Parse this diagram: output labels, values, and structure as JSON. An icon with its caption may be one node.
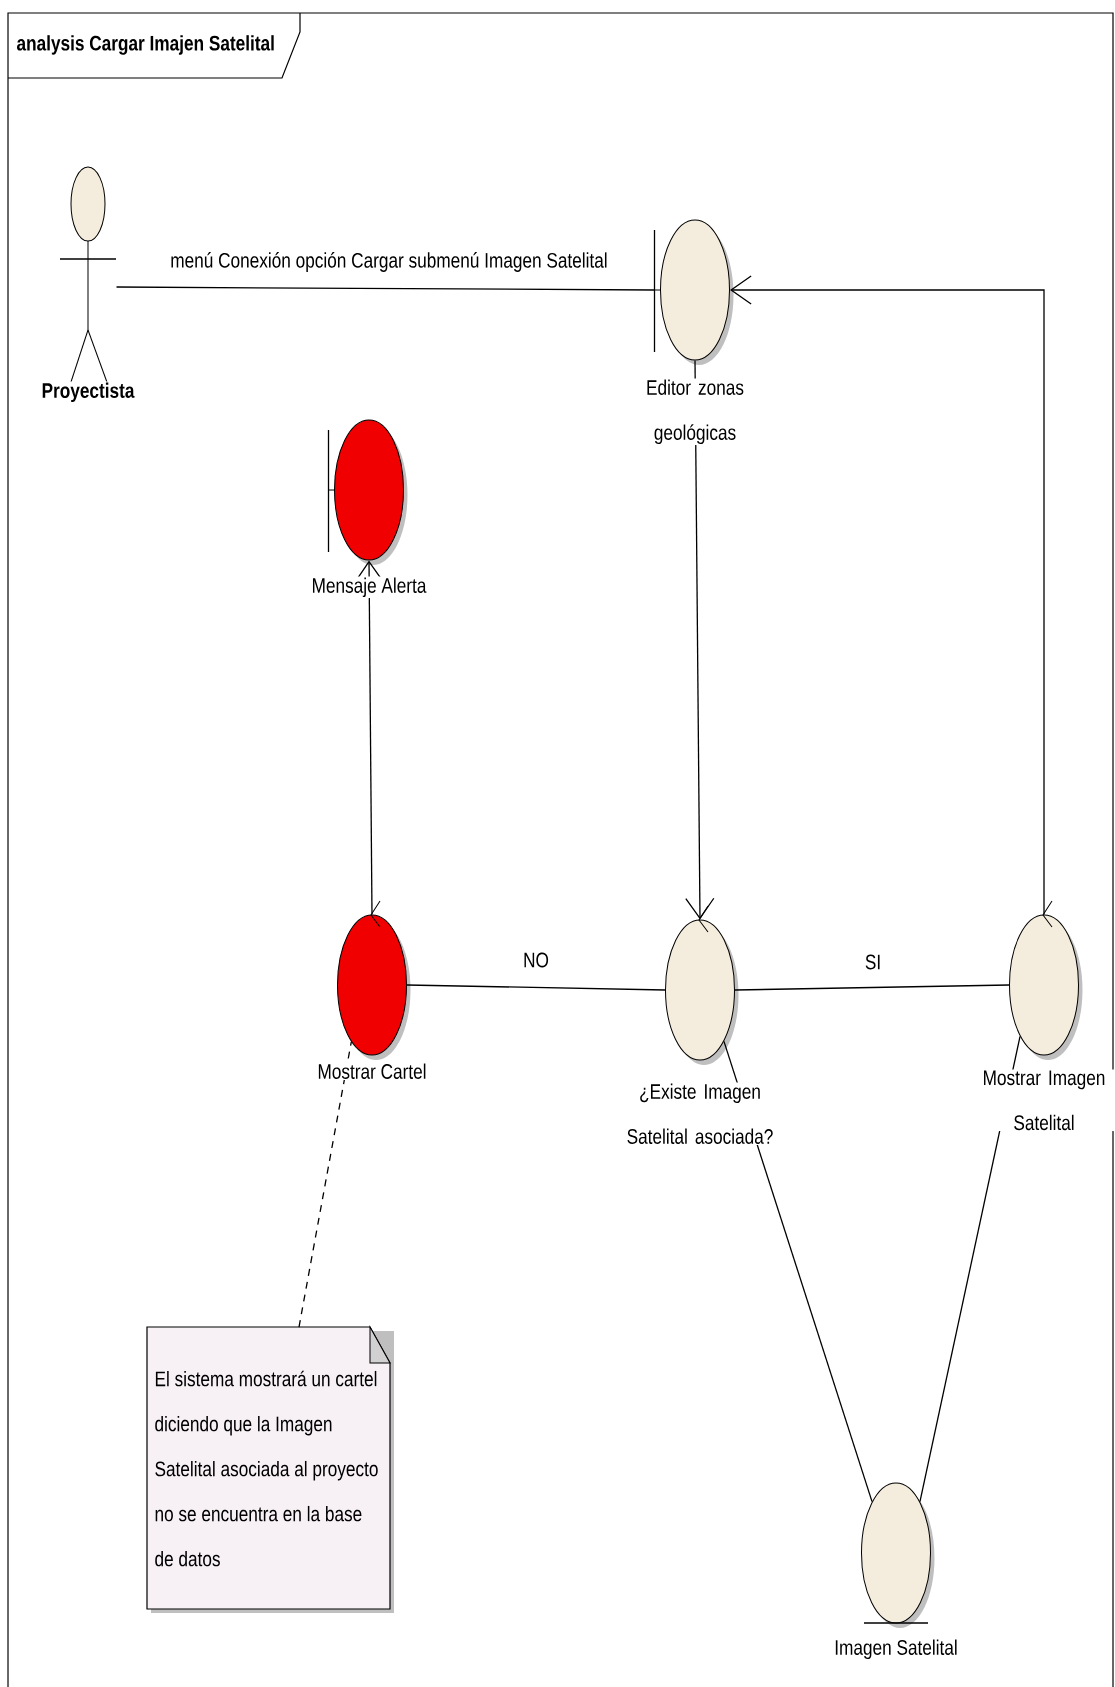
{
  "diagram": {
    "title": "analysis Cargar Imajen Satelital",
    "nodes": [
      {
        "text": [
          "Proyectista"
        ]
      },
      {
        "text": [
          "Editor zonas geológicas"
        ]
      },
      {
        "text": [
          "Mensaje Alerta"
        ]
      },
      {
        "text": [
          "Mostrar Cartel"
        ]
      },
      {
        "text": [
          "¿Existe Imagen Satelital asociada?"
        ]
      },
      {
        "text": [
          "Mostrar Imagen Satelital"
        ]
      },
      {
        "text": [
          "Imagen Satelital"
        ]
      },
      {
        "text": [
          "El sistema mostrará un cartel diciendo que la Imagen Satelital asociada al proyecto no se encuentra en la base de datos"
        ]
      }
    ],
    "edges": [
      {
        "from": 0,
        "to": 1,
        "arrow": "none",
        "label": "menú Conexión opción Cargar submenú Imagen Satelital"
      },
      {
        "from": 1,
        "to": 4,
        "arrow": "to"
      },
      {
        "from": 5,
        "to": 1,
        "arrow": "to"
      },
      {
        "from": 3,
        "to": 2,
        "arrow": "to"
      },
      {
        "from": 4,
        "to": 3,
        "arrow": "none",
        "label": "NO"
      },
      {
        "from": 4,
        "to": 5,
        "arrow": "none",
        "label": "SI"
      },
      {
        "from": 4,
        "to": 6,
        "arrow": "none"
      },
      {
        "from": 5,
        "to": 6,
        "arrow": "none"
      },
      {
        "from": 7,
        "to": 3,
        "arrow": "none",
        "style": "dashed"
      }
    ]
  }
}
